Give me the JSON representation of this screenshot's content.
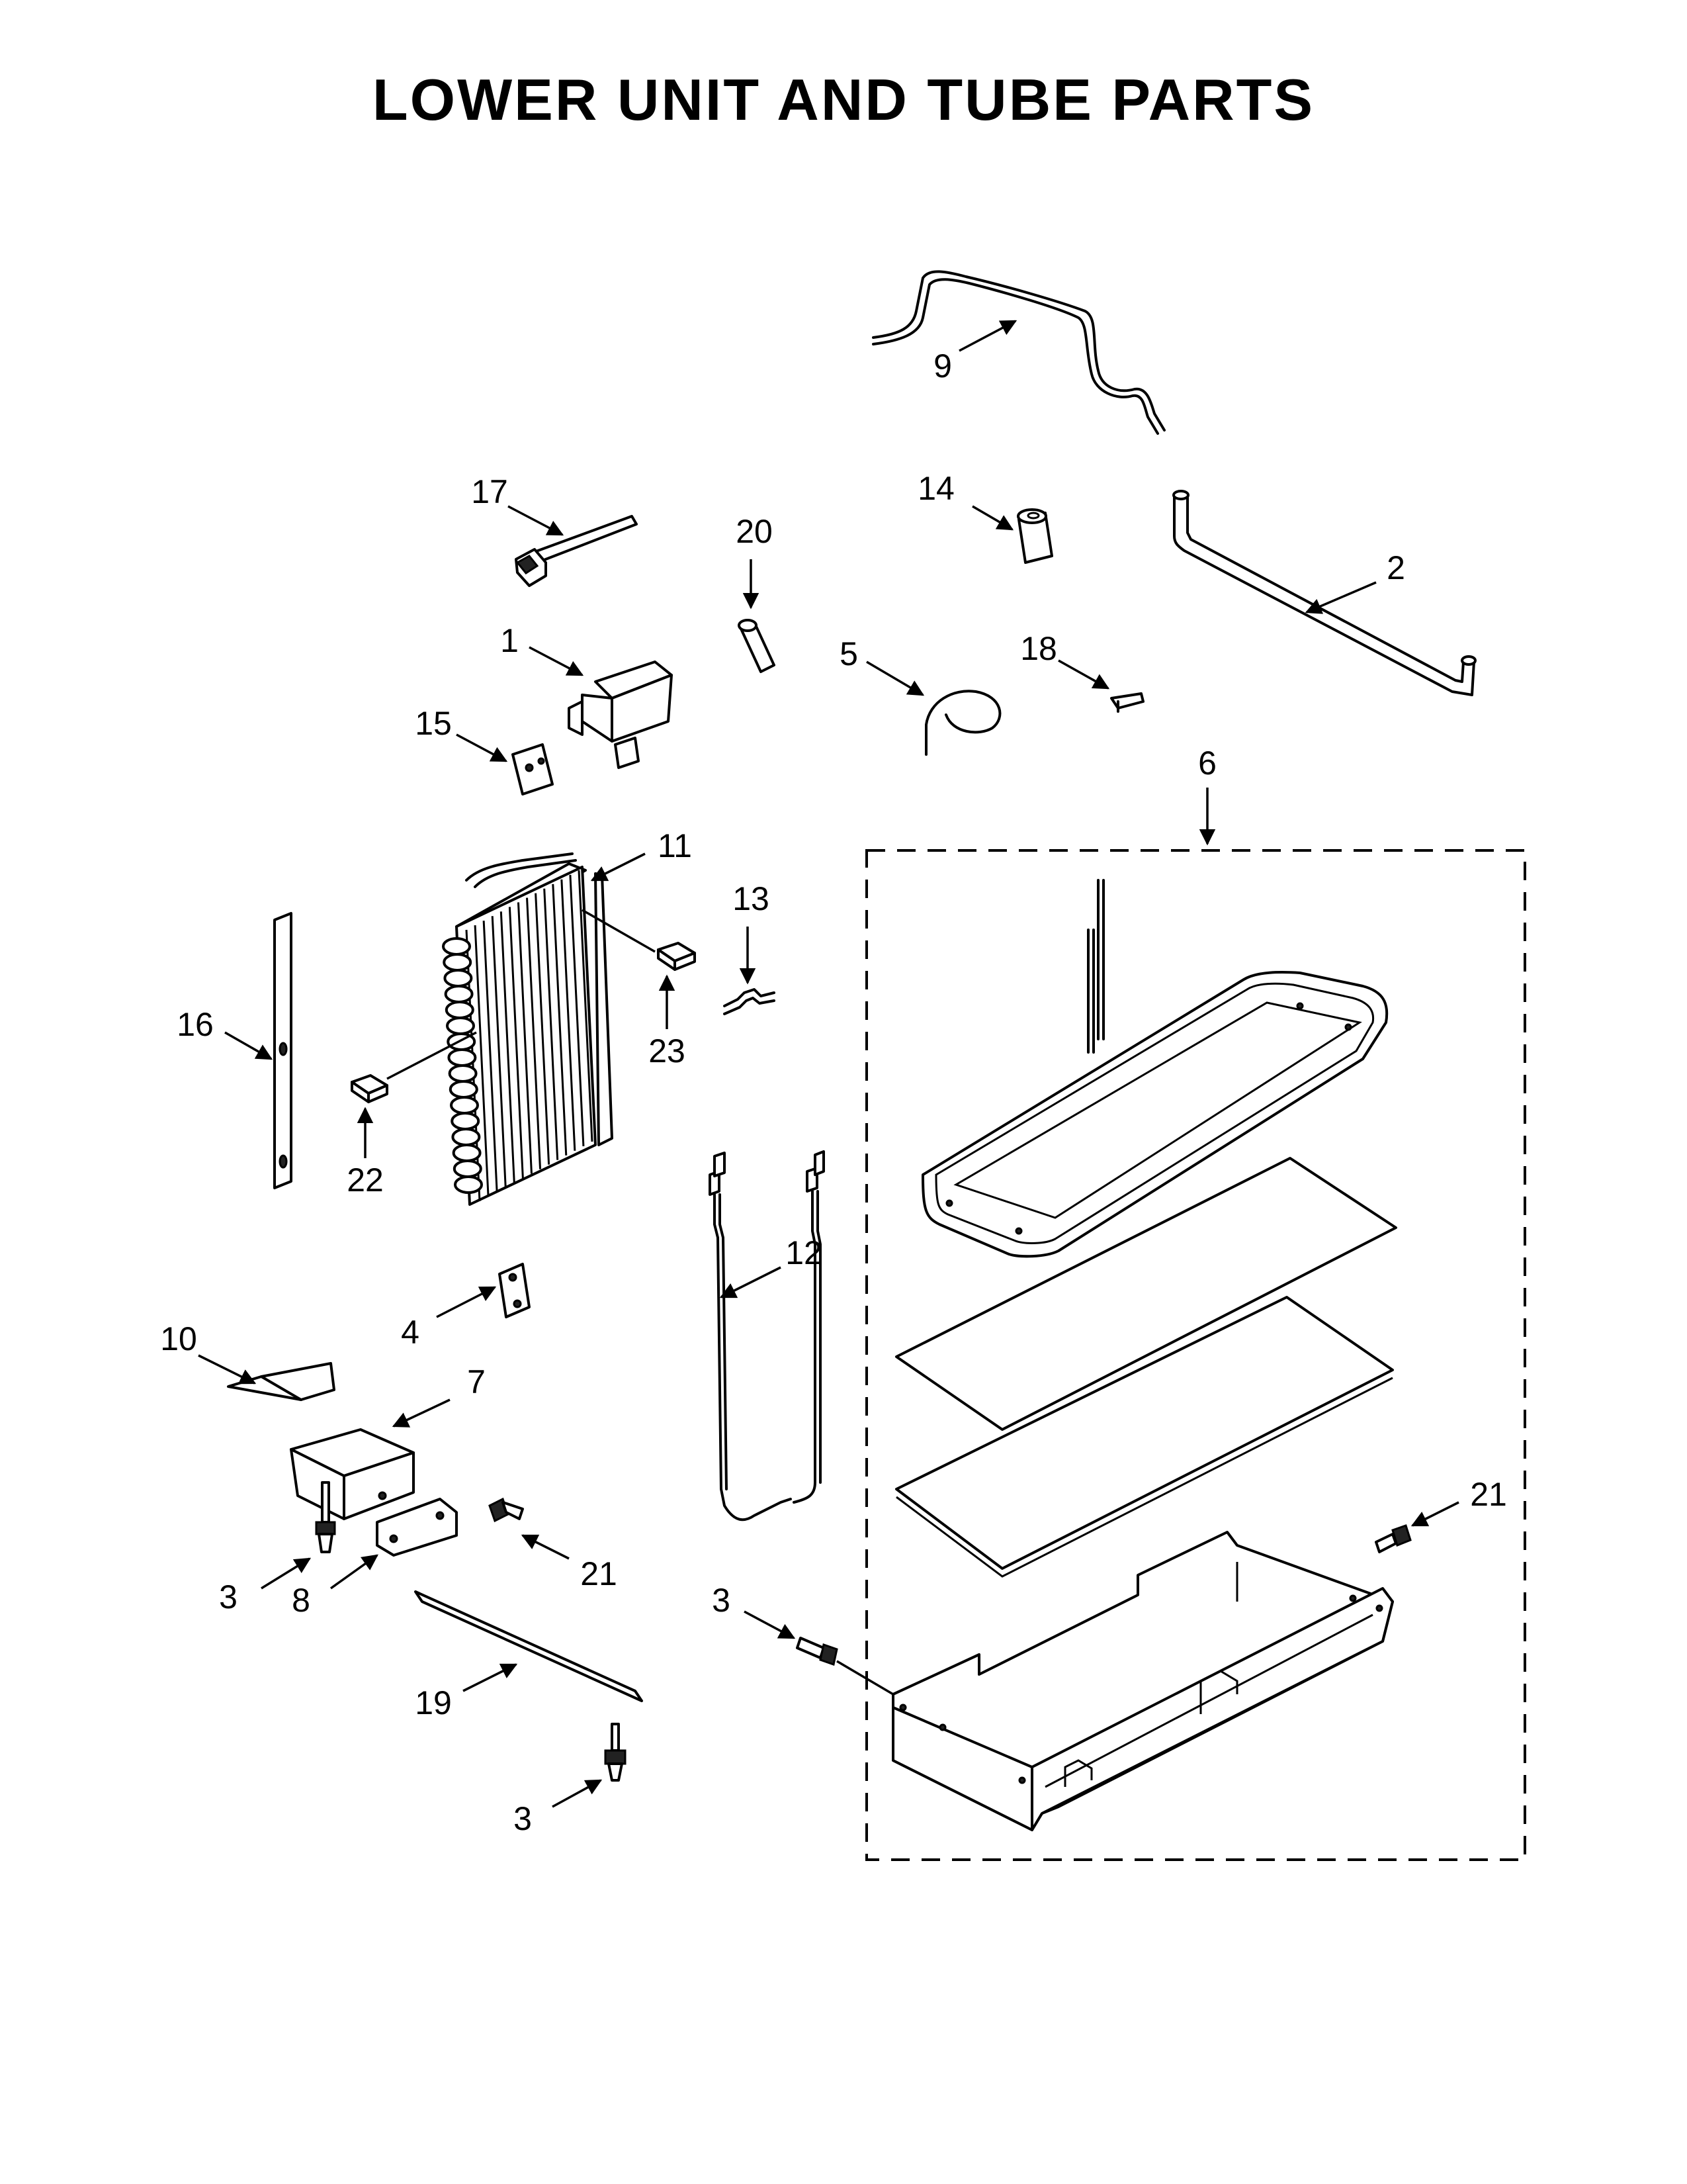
{
  "title": "LOWER UNIT AND TUBE PARTS",
  "callouts": {
    "c1": "1",
    "c2": "2",
    "c3a": "3",
    "c3b": "3",
    "c3c": "3",
    "c4": "4",
    "c5": "5",
    "c6": "6",
    "c7": "7",
    "c8": "8",
    "c9": "9",
    "c10": "10",
    "c11": "11",
    "c12": "12",
    "c13": "13",
    "c14": "14",
    "c15": "15",
    "c16": "16",
    "c17": "17",
    "c18": "18",
    "c19": "19",
    "c20": "20",
    "c21a": "21",
    "c21b": "21",
    "c22": "22",
    "c23": "23"
  }
}
